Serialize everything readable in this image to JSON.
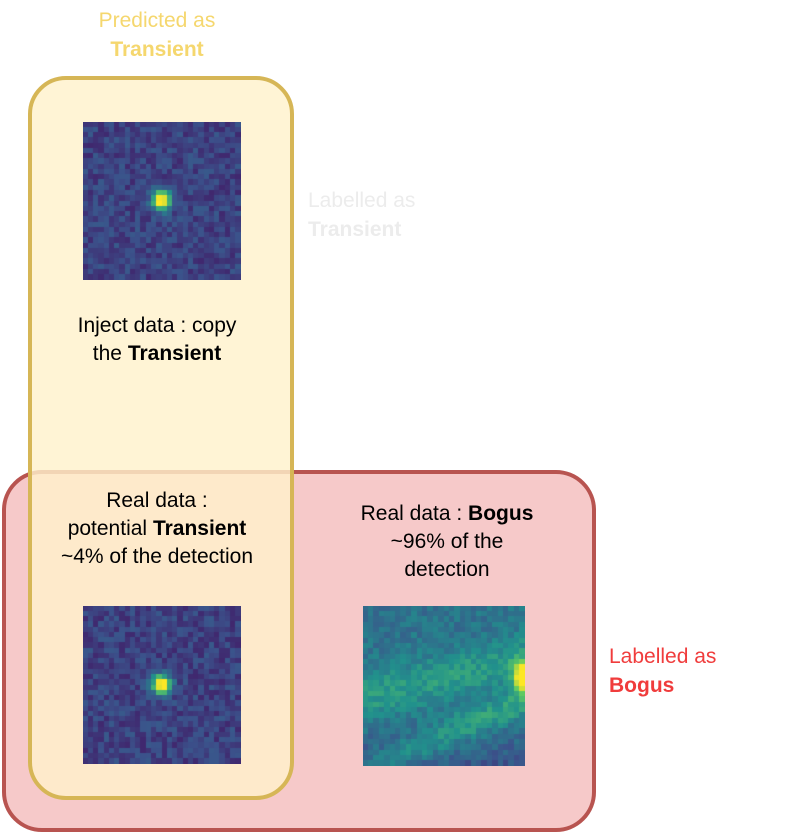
{
  "predicted_label": {
    "line1": "Predicted as",
    "bold": "Transient",
    "color": "#f5d76e"
  },
  "labelled_transient": {
    "line1": "Labelled as",
    "bold": "Transient",
    "color": "#ececec"
  },
  "labelled_bogus": {
    "line1": "Labelled as",
    "bold": "Bogus",
    "color": "#f03c3c"
  },
  "inject_text": {
    "line1": "Inject data : copy",
    "line2_prefix": "the",
    "line2_bold": "Transient"
  },
  "real_transient_text": {
    "line1": "Real data :",
    "line2_prefix": "potential",
    "line2_bold": "Transient",
    "line3": "~4% of the detection"
  },
  "real_bogus_text": {
    "line1_prefix": "Real data :",
    "line1_bold": "Bogus",
    "line2": "~96% of the",
    "line3": "detection"
  },
  "colors": {
    "transient_box_border": "#d6b656",
    "transient_box_fill": "#fff2cc",
    "bogus_box_border": "#b85450",
    "bogus_box_fill": "#f8cecc"
  },
  "images": [
    {
      "name": "inject-transient-cutout",
      "kind": "transient",
      "seed": 11
    },
    {
      "name": "real-transient-cutout",
      "kind": "transient",
      "seed": 23
    },
    {
      "name": "real-bogus-cutout",
      "kind": "bogus",
      "seed": 37
    }
  ]
}
